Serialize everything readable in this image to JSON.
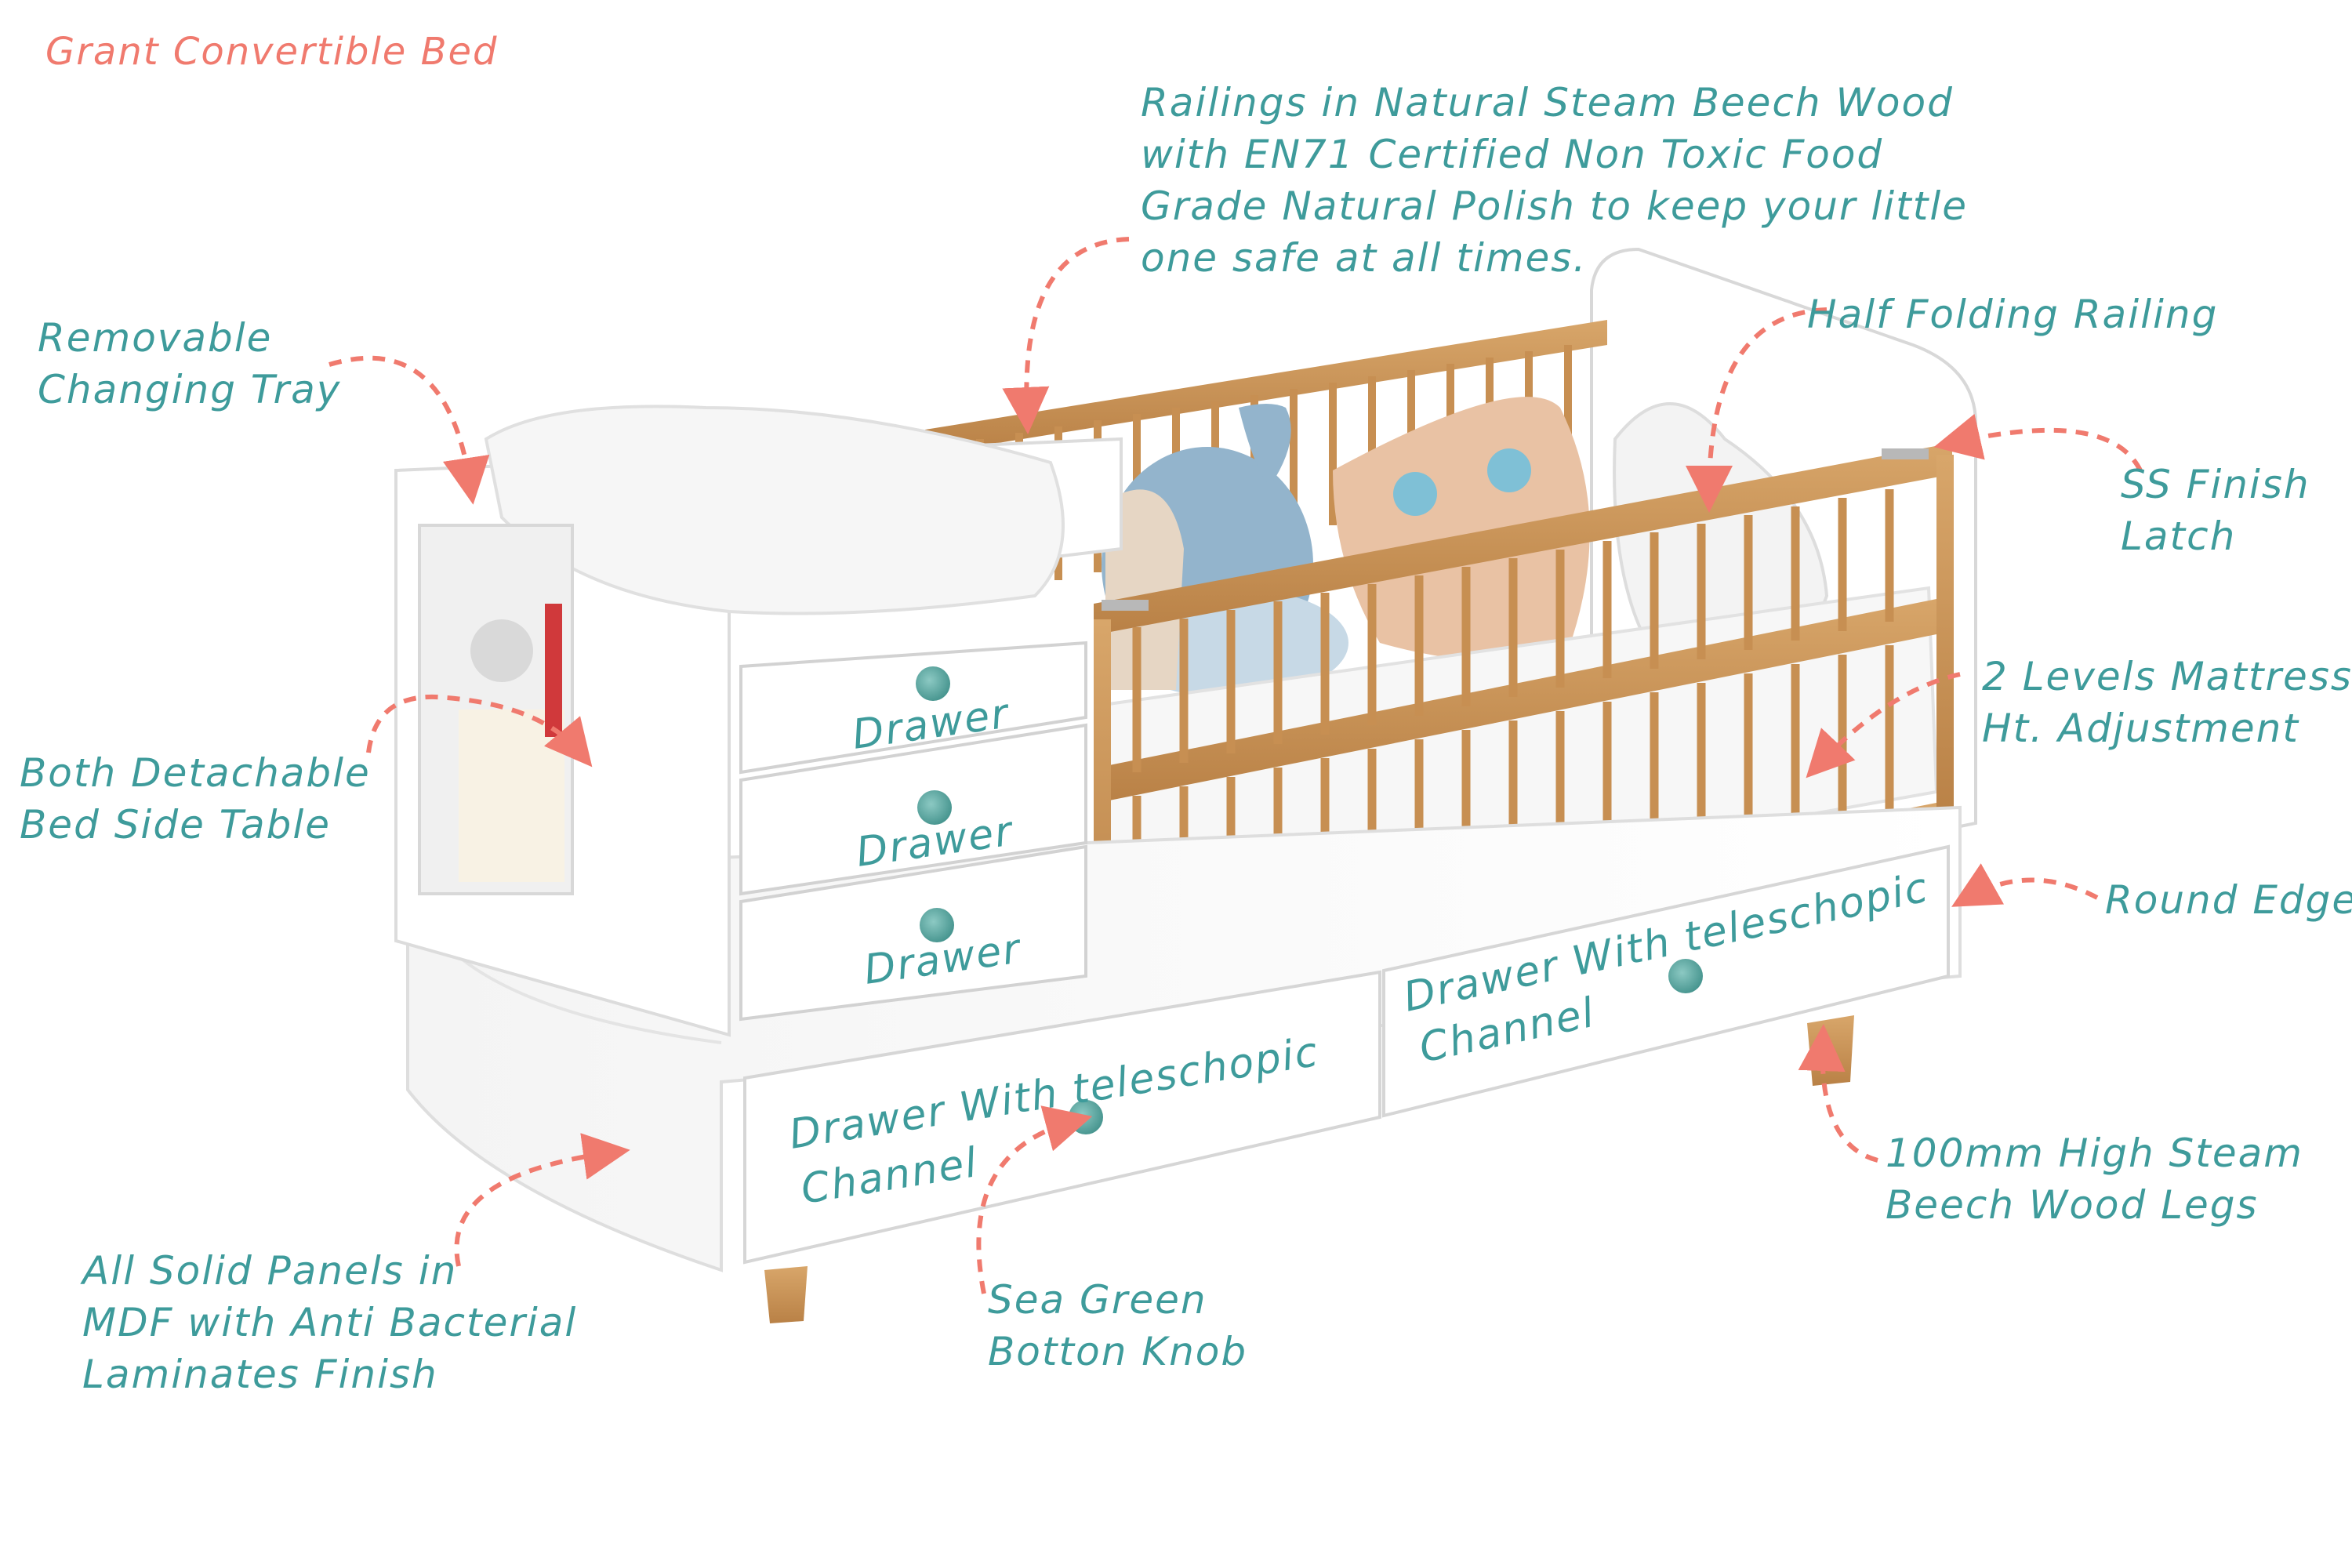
{
  "title": "Grant Convertible Bed",
  "colors": {
    "annotation_text": "#3e9b9b",
    "title_text": "#f07a6e",
    "arrow": "#f07a6e",
    "wood": "#c9955a",
    "panel": "#ffffff",
    "knob": "#5aa9a3"
  },
  "annotations": {
    "railings": [
      "Railings in Natural Steam Beech Wood",
      "with EN71 Certified Non Toxic Food",
      "Grade Natural Polish to keep your little",
      "one safe at all times."
    ],
    "changing_tray": [
      "Removable",
      "Changing Tray"
    ],
    "half_folding": [
      "Half Folding Railing"
    ],
    "ss_latch": [
      "SS Finish",
      "Latch"
    ],
    "side_table": [
      "Both Detachable",
      "Bed Side Table"
    ],
    "mattress": [
      "2 Levels Mattress",
      "Ht. Adjustment"
    ],
    "round_edges": [
      "Round Edges"
    ],
    "legs": [
      "100mm High Steam",
      "Beech Wood Legs"
    ],
    "panels": [
      "All Solid Panels in",
      "MDF with Anti Bacterial",
      "Laminates Finish"
    ],
    "knob": [
      "Sea Green",
      "Botton Knob"
    ]
  },
  "product_labels": {
    "drawer_1": "Drawer",
    "drawer_2": "Drawer",
    "drawer_3": "Drawer",
    "bottom_left_1": "Drawer With teleschopic",
    "bottom_left_2": "Channel",
    "bottom_right_1": "Drawer With teleschopic",
    "bottom_right_2": "Channel"
  }
}
